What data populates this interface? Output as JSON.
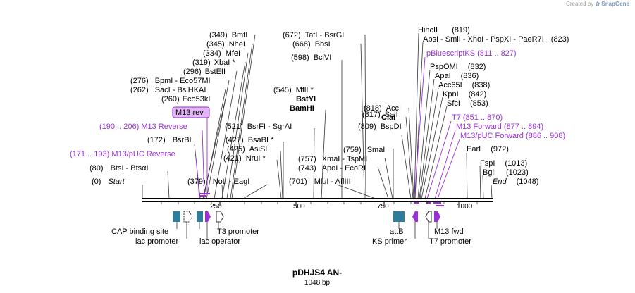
{
  "credit": {
    "prefix": "Created by",
    "brand": "SnapGene"
  },
  "plasmid": {
    "name": "pDHJS4 AN-",
    "length_label": "1048 bp",
    "length": 1048
  },
  "ticks": [
    "250",
    "500",
    "750",
    "1000"
  ],
  "enzymes": [
    {
      "pos": "(0)",
      "name": "Start",
      "italic": true,
      "site": 0
    },
    {
      "pos": "(80)",
      "name": "BtsI  -  BtsαI",
      "site": 80
    },
    {
      "pos": "(172)",
      "name": "BsrBI",
      "site": 172
    },
    {
      "pos": "(260)",
      "name": "Eco53kI",
      "site": 260
    },
    {
      "pos": "(262)",
      "name": "SacI  -  BsiHKAI",
      "site": 262
    },
    {
      "pos": "(276)",
      "name": "BpmI  -  Eco57MI",
      "site": 276
    },
    {
      "pos": "(296)",
      "name": "BstEII",
      "site": 296
    },
    {
      "pos": "(319)",
      "name": "XbaI *",
      "site": 319
    },
    {
      "pos": "(334)",
      "name": "MfeI",
      "site": 334
    },
    {
      "pos": "(345)",
      "name": "NheI",
      "site": 345
    },
    {
      "pos": "(349)",
      "name": "BmtI",
      "site": 349
    },
    {
      "pos": "(379)",
      "name": "NotI  -  EagI",
      "site": 379
    },
    {
      "pos": "(421)",
      "name": "NruI *",
      "site": 421
    },
    {
      "pos": "(425)",
      "name": "AsiSI",
      "site": 425
    },
    {
      "pos": "(427)",
      "name": "BsaBI *",
      "site": 427
    },
    {
      "pos": "(521)",
      "name": "BsrFI  -  SgrAI",
      "site": 521
    },
    {
      "pos": "",
      "name": "BamHI",
      "site": 545
    },
    {
      "pos": "",
      "name": "BstYI",
      "site": 545
    },
    {
      "pos": "(545)",
      "name": "MflI *",
      "site": 545
    },
    {
      "pos": "(598)",
      "name": "BciVI",
      "site": 598
    },
    {
      "pos": "(668)",
      "name": "BbsI",
      "site": 668
    },
    {
      "pos": "(672)",
      "name": "TatI  -  BsrGI",
      "site": 672
    },
    {
      "pos": "(701)",
      "name": "MluI  -  AflIII",
      "site": 701
    },
    {
      "pos": "(743)",
      "name": "ApoI  -  EcoRI",
      "site": 743
    },
    {
      "pos": "(757)",
      "name": "XmaI  -  TspMI",
      "site": 757
    },
    {
      "pos": "(759)",
      "name": "SmaI",
      "site": 759
    },
    {
      "pos": "(809)",
      "name": "BspDI",
      "site": 809
    },
    {
      "pos": "",
      "name": "ClaI",
      "site": 809
    },
    {
      "pos": "(817)",
      "name": "SalI",
      "site": 817
    },
    {
      "pos": "(818)",
      "name": "AccI",
      "site": 818
    },
    {
      "pos": "(819)",
      "name": "HincII",
      "site": 819
    },
    {
      "pos": "(823)",
      "name": "AbsI  -  SmlI  -  XhoI  -  PspXI  -  PaeR7I",
      "site": 823
    },
    {
      "pos": "(832)",
      "name": "PspOMI",
      "site": 832
    },
    {
      "pos": "(836)",
      "name": "ApaI",
      "site": 836
    },
    {
      "pos": "(838)",
      "name": "Acc65I",
      "site": 838
    },
    {
      "pos": "(842)",
      "name": "KpnI",
      "site": 842
    },
    {
      "pos": "(853)",
      "name": "SfcI",
      "site": 853
    },
    {
      "pos": "(972)",
      "name": "EarI",
      "site": 972
    },
    {
      "pos": "(1013)",
      "name": "FspI",
      "site": 1013
    },
    {
      "pos": "(1023)",
      "name": "BglI",
      "site": 1023
    },
    {
      "pos": "(1048)",
      "name": "End",
      "italic": true,
      "site": 1048
    }
  ],
  "primers": [
    {
      "text": "(171 .. 193)  M13/pUC Reverse",
      "start": 171,
      "end": 193
    },
    {
      "text": "(190 .. 206)  M13 Reverse",
      "start": 190,
      "end": 206
    },
    {
      "text": "M13 rev",
      "boxed": true,
      "start": 185,
      "end": 205
    },
    {
      "text": "pBluescriptKS  (811 .. 827)",
      "start": 811,
      "end": 827
    },
    {
      "text": "T7  (851 .. 870)",
      "start": 851,
      "end": 870
    },
    {
      "text": "M13 Forward  (877 .. 894)",
      "start": 877,
      "end": 894
    },
    {
      "text": "M13/pUC Forward  (886 .. 908)",
      "start": 886,
      "end": 908
    }
  ],
  "features": [
    {
      "label": "CAP binding site",
      "kind": "box"
    },
    {
      "label": "lac promoter",
      "kind": "promoter"
    },
    {
      "label": "lac operator",
      "kind": "box"
    },
    {
      "label": "T3 promoter",
      "kind": "promoter"
    },
    {
      "label": "attB",
      "kind": "box"
    },
    {
      "label": "KS primer",
      "kind": "primer"
    },
    {
      "label": "M13 fwd",
      "kind": "primer"
    },
    {
      "label": "T7 promoter",
      "kind": "promoter"
    }
  ],
  "colors": {
    "primer": "#9b30d9",
    "feature_box": "#2e7d9a",
    "backbone": "#000000",
    "label_box_fill": "#e2b8f7"
  }
}
